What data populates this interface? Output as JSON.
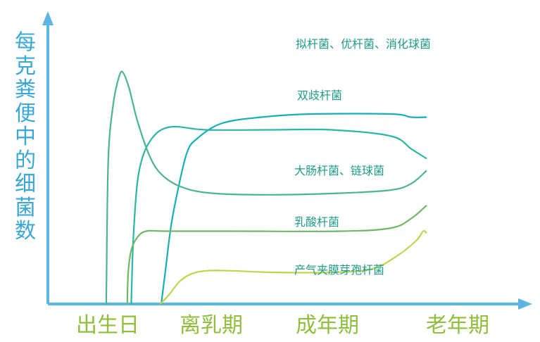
{
  "chart_data": {
    "type": "line",
    "title": "",
    "ylabel": "每克粪便中的细菌数",
    "xlabel": "",
    "categories": [
      "出生日",
      "离乳期",
      "成年期",
      "老年期"
    ],
    "grid": false,
    "legend": "none",
    "colors": {
      "axis": "#5bb6e0",
      "ylabel": "#3aa8d6",
      "xtick": "#8fbf3c",
      "label": "#1e9a8a"
    },
    "series": [
      {
        "name": "拟杆菌、优杆菌、消化球菌",
        "color": "#16b0b2",
        "points": [
          [
            0.5,
            0
          ],
          [
            0.54,
            10
          ],
          [
            0.6,
            25
          ],
          [
            0.68,
            38
          ],
          [
            0.76,
            48
          ],
          [
            0.85,
            52
          ],
          [
            1.1,
            57
          ],
          [
            1.5,
            59
          ],
          [
            2.0,
            60
          ],
          [
            2.8,
            60
          ],
          [
            3.0,
            59
          ],
          [
            3.15,
            59
          ]
        ]
      },
      {
        "name": "双歧杆菌",
        "color": "#2db6a3",
        "points": [
          [
            0.2,
            0
          ],
          [
            0.22,
            20
          ],
          [
            0.26,
            38
          ],
          [
            0.32,
            47
          ],
          [
            0.4,
            52
          ],
          [
            0.5,
            55
          ],
          [
            0.65,
            56
          ],
          [
            0.95,
            55
          ],
          [
            1.6,
            55
          ],
          [
            2.2,
            55
          ],
          [
            2.8,
            53
          ],
          [
            3.0,
            49
          ],
          [
            3.15,
            46
          ]
        ]
      },
      {
        "name": "大肠杆菌、链球菌",
        "color": "#4bb68c",
        "points": [
          [
            -0.05,
            0
          ],
          [
            -0.03,
            45
          ],
          [
            0.02,
            63
          ],
          [
            0.08,
            72
          ],
          [
            0.12,
            73
          ],
          [
            0.18,
            68
          ],
          [
            0.26,
            58
          ],
          [
            0.38,
            47
          ],
          [
            0.5,
            41
          ],
          [
            0.7,
            37
          ],
          [
            1.0,
            35
          ],
          [
            1.6,
            34.5
          ],
          [
            2.3,
            35
          ],
          [
            2.8,
            36
          ],
          [
            3.0,
            38
          ],
          [
            3.15,
            42
          ]
        ]
      },
      {
        "name": "乳酸杆菌",
        "color": "#6fb966",
        "points": [
          [
            0.16,
            0
          ],
          [
            0.17,
            10
          ],
          [
            0.2,
            17
          ],
          [
            0.26,
            21
          ],
          [
            0.35,
            23
          ],
          [
            0.55,
            23
          ],
          [
            1.2,
            23
          ],
          [
            2.3,
            23
          ],
          [
            2.8,
            24
          ],
          [
            3.0,
            27
          ],
          [
            3.15,
            31
          ]
        ]
      },
      {
        "name": "产气夹膜芽孢杆菌",
        "color": "#c2d44c",
        "points": [
          [
            0.49,
            0
          ],
          [
            0.58,
            3
          ],
          [
            0.68,
            7
          ],
          [
            0.8,
            9.5
          ],
          [
            0.95,
            10.5
          ],
          [
            1.2,
            10.5
          ],
          [
            1.6,
            10
          ],
          [
            2.2,
            10
          ],
          [
            2.6,
            11
          ],
          [
            2.85,
            15
          ],
          [
            3.05,
            20
          ],
          [
            3.12,
            23
          ],
          [
            3.15,
            22.5
          ]
        ]
      }
    ],
    "xlim": [
      -0.35,
      3.35
    ],
    "ylim": [
      0,
      80
    ]
  }
}
